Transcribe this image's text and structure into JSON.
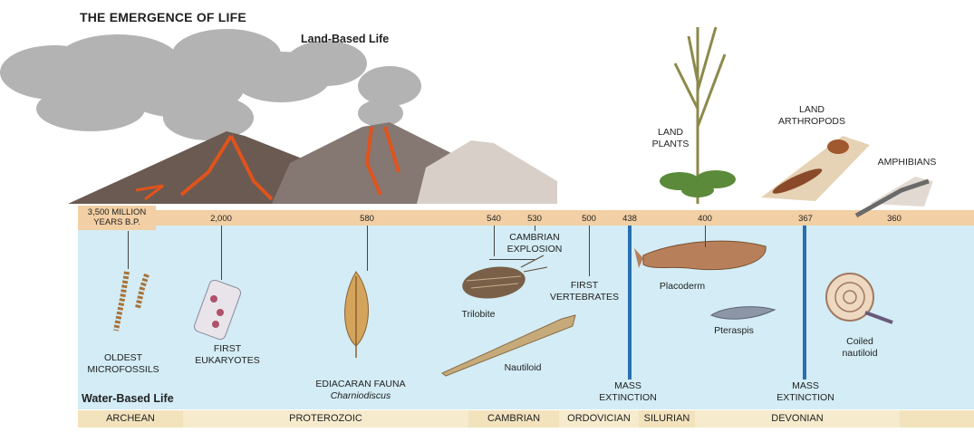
{
  "title": "THE EMERGENCE OF LIFE",
  "land_label": "Land-Based Life",
  "water_label": "Water-Based Life",
  "timeline": {
    "start_label_line1": "3,500 MILLION",
    "start_label_line2": "YEARS B.P.",
    "ticks": [
      "2,000",
      "580",
      "540",
      "530",
      "500",
      "438",
      "400",
      "367",
      "360"
    ]
  },
  "land_items": {
    "land_plants_1": "LAND",
    "land_plants_2": "PLANTS",
    "land_arthropods_1": "LAND",
    "land_arthropods_2": "ARTHROPODS",
    "amphibians": "AMPHIBIANS"
  },
  "water_items": {
    "microfossils_1": "OLDEST",
    "microfossils_2": "MICROFOSSILS",
    "eukaryotes_1": "FIRST",
    "eukaryotes_2": "EUKARYOTES",
    "ediacaran_1": "EDIACARAN FAUNA",
    "ediacaran_2": "Charniodiscus",
    "cambrian_1": "CAMBRIAN",
    "cambrian_2": "EXPLOSION",
    "trilobite": "Trilobite",
    "nautiloid": "Nautiloid",
    "vertebrates_1": "FIRST",
    "vertebrates_2": "VERTEBRATES",
    "extinction1_1": "MASS",
    "extinction1_2": "EXTINCTION",
    "placoderm": "Placoderm",
    "pteraspis": "Pteraspis",
    "extinction2_1": "MASS",
    "extinction2_2": "EXTINCTION",
    "coiled_1": "Coiled",
    "coiled_2": "nautiloid"
  },
  "eras": [
    "ARCHEAN",
    "PROTEROZOIC",
    "CAMBRIAN",
    "ORDOVICIAN",
    "SILURIAN",
    "DEVONIAN"
  ],
  "colors": {
    "water": "#d3ecf5",
    "timebar": "#f2cfa4",
    "era_strip": "#f2e3bd",
    "extinction_line": "#2a6fb0"
  }
}
